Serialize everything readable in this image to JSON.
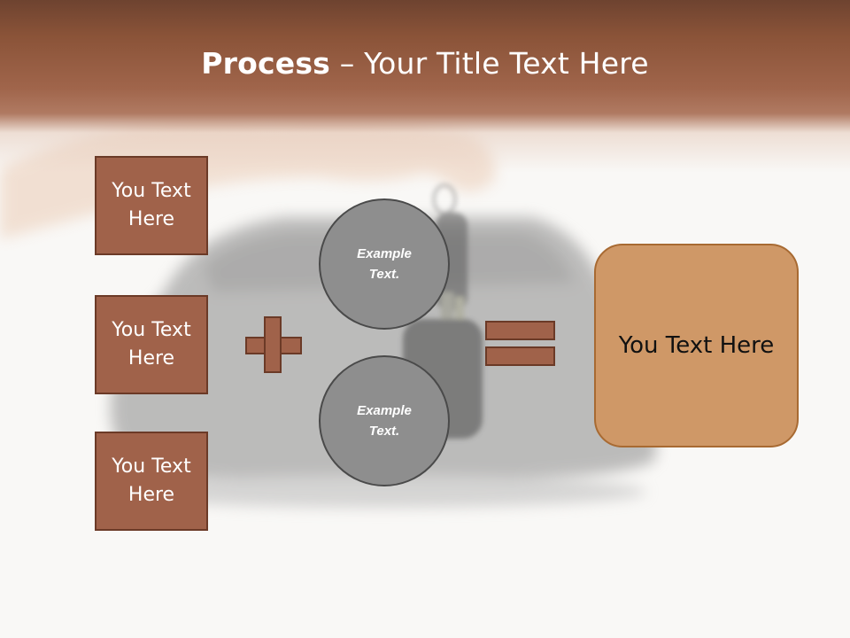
{
  "slide": {
    "title_bold": "Process",
    "title_rest": " – Your Title Text Here"
  },
  "boxes": [
    {
      "text": "You Text Here"
    },
    {
      "text": "You Text Here"
    },
    {
      "text": "You Text Here"
    }
  ],
  "circles": [
    {
      "text": "Example Text."
    },
    {
      "text": "Example Text."
    }
  ],
  "result": {
    "text": "You Text Here"
  },
  "colors": {
    "header": "#8a5338",
    "box_fill": "#a0624a",
    "box_border": "#6b3a27",
    "circle_fill": "#8e8e8e",
    "result_fill": "#cf9867"
  },
  "icons": [
    "plus-icon",
    "equals-icon"
  ]
}
